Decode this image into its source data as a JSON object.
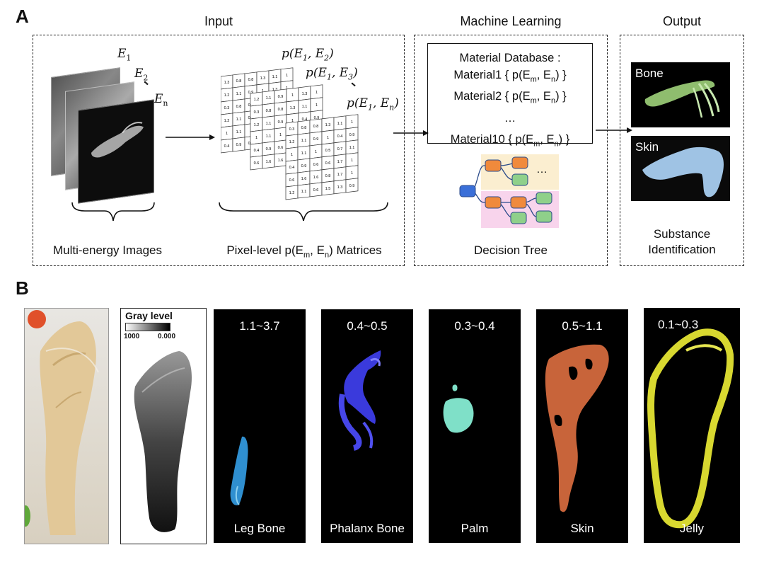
{
  "panel_a": {
    "letter": "A",
    "sections": {
      "input": "Input",
      "machine_learning": "Machine Learning",
      "output": "Output"
    },
    "energy_labels": {
      "e1": "E",
      "e1_sub": "1",
      "e2": "E",
      "e2_sub": "2",
      "en": "E",
      "en_sub": "n",
      "dots": "•••"
    },
    "matrix_labels": {
      "m1": "p(E",
      "m1_sub1": "1",
      "m1_mid": ", E",
      "m1_sub2": "2",
      "m1_end": ")",
      "m2": "p(E",
      "m2_sub1": "1",
      "m2_mid": ", E",
      "m2_sub2": "3",
      "m2_end": ")",
      "m3": "p(E",
      "m3_sub1": "1",
      "m3_mid": ", E",
      "m3_sub2": "n",
      "m3_end": ")",
      "dots": "•••"
    },
    "matrix_values": [
      [
        "1.3",
        "0.8",
        "0.8",
        "1.3",
        "1.1",
        "1"
      ],
      [
        "1.2",
        "1.1",
        "0.9",
        "1",
        "1.3",
        "1"
      ],
      [
        "0.3",
        "0.8",
        "0.8",
        "1.3",
        "1.1",
        "1"
      ],
      [
        "1.2",
        "1.1",
        "0.9",
        "1",
        "0.4",
        "0.9"
      ],
      [
        "1",
        "1.1",
        "1",
        "0.5",
        "0.7",
        "1.1"
      ],
      [
        "0.4",
        "0.9",
        "0.6",
        "0.6",
        "1.7",
        "1"
      ],
      [
        "0.6",
        "1.6",
        "1.6",
        "0.8",
        "1.7",
        "1"
      ],
      [
        "1.2",
        "1.1",
        "0.6",
        "1.5",
        "1.3",
        "0.9"
      ]
    ],
    "captions": {
      "multi_energy": "Multi-energy Images",
      "pixel_level_pre": "Pixel-level p(E",
      "pixel_level_sub1": "m",
      "pixel_level_mid": ", E",
      "pixel_level_sub2": "n",
      "pixel_level_post": ") Matrices",
      "decision_tree": "Decision Tree",
      "substance_1": "Substance",
      "substance_2": "Identification"
    },
    "database": {
      "title": "Material Database :",
      "rows": [
        {
          "name": "Material1",
          "pre": " {  p(E",
          "s1": "m",
          "mid": ", E",
          "s2": "n",
          "post": ") }"
        },
        {
          "name": "Material2",
          "pre": " {  p(E",
          "s1": "m",
          "mid": ", E",
          "s2": "n",
          "post": ") }"
        },
        {
          "name": "",
          "pre": "…",
          "s1": "",
          "mid": "",
          "s2": "",
          "post": ""
        },
        {
          "name": "Material10",
          "pre": " {  p(E",
          "s1": "m",
          "mid": ", E",
          "s2": "n",
          "post": ") }"
        }
      ]
    },
    "tree_ellipsis": "…",
    "outputs": [
      {
        "label": "Bone"
      },
      {
        "label": "Skin"
      }
    ]
  },
  "panel_b": {
    "letter": "B",
    "gray_title": "Gray level",
    "gray_max": "1000",
    "gray_min": "0.000",
    "strips": [
      {
        "range": "1.1~3.7",
        "name": "Leg Bone",
        "color": "#2f8fd0"
      },
      {
        "range": "0.4~0.5",
        "name": "Phalanx Bone",
        "color": "#3a3adc"
      },
      {
        "range": "0.3~0.4",
        "name": "Palm",
        "color": "#7fe0c8"
      },
      {
        "range": "0.5~1.1",
        "name": "Skin",
        "color": "#c8643a"
      },
      {
        "range": "0.1~0.3",
        "name": "Jelly",
        "color": "#d8d830"
      }
    ]
  }
}
